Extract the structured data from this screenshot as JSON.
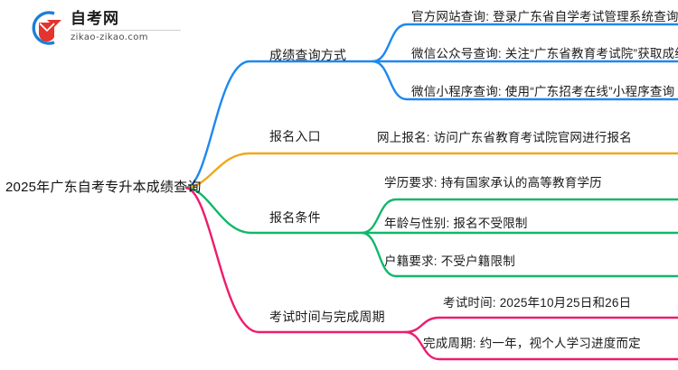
{
  "logo": {
    "name": "自考网",
    "domain": "zikao-zikao.com",
    "mark_icon": "graduation-cap-icon",
    "arc_color": "#1C7FD6",
    "cap_color": "#E3342F"
  },
  "mindmap": {
    "root": {
      "label": "2025年广东自考专升本成绩查询"
    },
    "branches": [
      {
        "label": "成绩查询方式",
        "color": "#1E88F0",
        "children": [
          {
            "label": "官方网站查询: 登录广东省自学考试管理系统查询"
          },
          {
            "label": "微信公众号查询: 关注“广东省教育考试院”获取成绩"
          },
          {
            "label": "微信小程序查询: 使用“广东招考在线”小程序查询"
          }
        ]
      },
      {
        "label": "报名入口",
        "color": "#F0A81E",
        "children": [
          {
            "label": "网上报名: 访问广东省教育考试院官网进行报名"
          }
        ]
      },
      {
        "label": "报名条件",
        "color": "#11B76B",
        "children": [
          {
            "label": "学历要求: 持有国家承认的高等教育学历"
          },
          {
            "label": "年龄与性别: 报名不受限制"
          },
          {
            "label": "户籍要求: 不受户籍限制"
          }
        ]
      },
      {
        "label": "考试时间与完成周期",
        "color": "#ED1C6F",
        "children": [
          {
            "label": "考试时间: 2025年10月25日和26日"
          },
          {
            "label": "完成周期: 约一年，视个人学习进度而定"
          }
        ]
      }
    ]
  }
}
